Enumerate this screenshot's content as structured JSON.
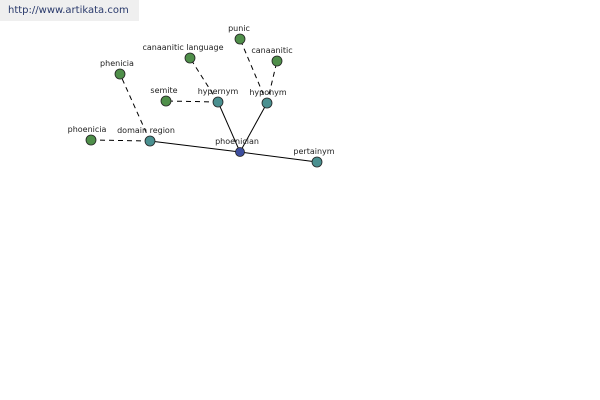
{
  "source": {
    "url_text": "http://www.artikata.com"
  },
  "colors": {
    "background": "#ffffff",
    "banner": "#efefef",
    "link": "#29396b",
    "edge": "#000000",
    "node_stroke": "#222222",
    "node_green": "#4f8f4a",
    "node_teal": "#4a9090",
    "node_center": "#3d4e9f"
  },
  "graph": {
    "center": "phoenician",
    "nodes": [
      {
        "id": "phoenician",
        "label": "phoenician",
        "kind": "center"
      },
      {
        "id": "domain_region",
        "label": "domain region",
        "kind": "relation"
      },
      {
        "id": "hypernym",
        "label": "hypernym",
        "kind": "relation"
      },
      {
        "id": "hyponym",
        "label": "hyponym",
        "kind": "relation"
      },
      {
        "id": "pertainym",
        "label": "pertainym",
        "kind": "relation"
      },
      {
        "id": "phenicia",
        "label": "phenicia",
        "kind": "term"
      },
      {
        "id": "phoenicia",
        "label": "phoenicia",
        "kind": "term"
      },
      {
        "id": "semite",
        "label": "semite",
        "kind": "term"
      },
      {
        "id": "canaanitic_language",
        "label": "canaanitic language",
        "kind": "term"
      },
      {
        "id": "punic",
        "label": "punic",
        "kind": "term"
      },
      {
        "id": "canaanitic",
        "label": "canaanitic",
        "kind": "term"
      }
    ],
    "edges": [
      {
        "from": "phoenician",
        "to": "domain_region",
        "style": "solid"
      },
      {
        "from": "phoenician",
        "to": "hypernym",
        "style": "solid"
      },
      {
        "from": "phoenician",
        "to": "hyponym",
        "style": "solid"
      },
      {
        "from": "phoenician",
        "to": "pertainym",
        "style": "solid"
      },
      {
        "from": "domain_region",
        "to": "phenicia",
        "style": "dashed"
      },
      {
        "from": "domain_region",
        "to": "phoenicia",
        "style": "dashed"
      },
      {
        "from": "hypernym",
        "to": "semite",
        "style": "dashed"
      },
      {
        "from": "hypernym",
        "to": "canaanitic_language",
        "style": "dashed"
      },
      {
        "from": "hyponym",
        "to": "punic",
        "style": "dashed"
      },
      {
        "from": "hyponym",
        "to": "canaanitic",
        "style": "dashed"
      }
    ]
  }
}
